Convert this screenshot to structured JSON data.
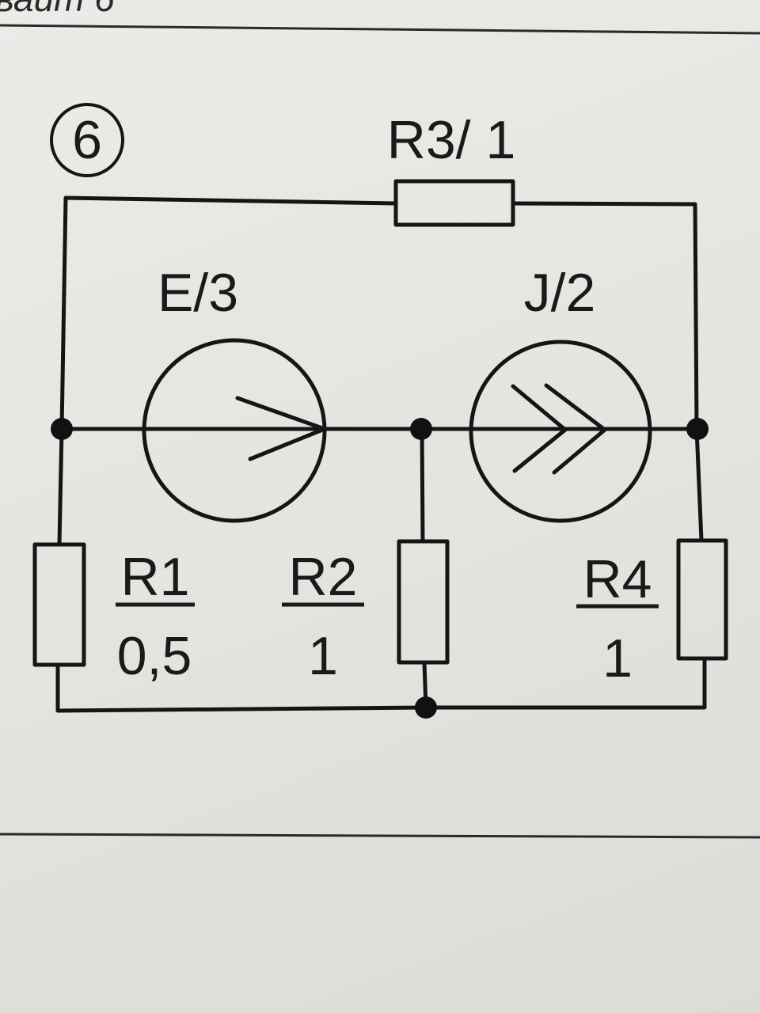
{
  "header": {
    "partial_text": "ваит 6"
  },
  "problem": {
    "number": "6"
  },
  "components": {
    "R3": {
      "name": "R3",
      "value": "1",
      "label": "R3/ 1"
    },
    "E": {
      "label": "E/3"
    },
    "J": {
      "label": "J/2"
    },
    "R1": {
      "name": "R1",
      "value": "0,5"
    },
    "R2": {
      "name": "R2",
      "value": "1"
    },
    "R4": {
      "name": "R4",
      "value": "1"
    }
  }
}
